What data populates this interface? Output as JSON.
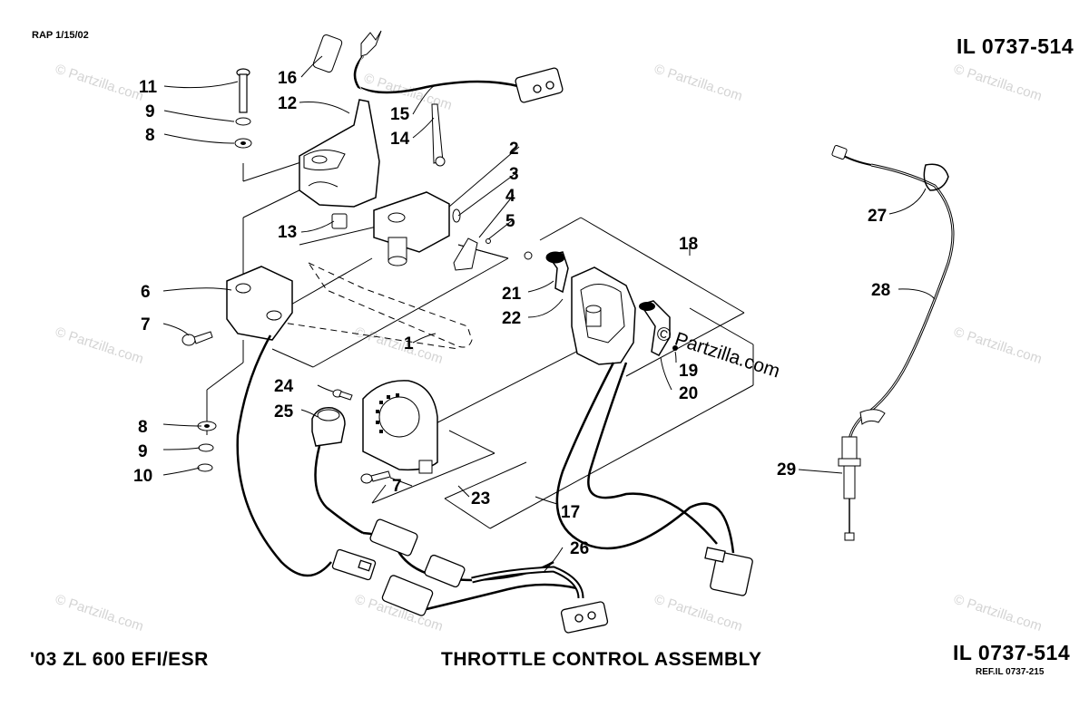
{
  "header": {
    "rev": "RAP 1/15/02",
    "illustration_id": "IL 0737-514"
  },
  "footer": {
    "model": "'03 ZL 600 EFI/ESR",
    "title": "THROTTLE CONTROL ASSEMBLY",
    "illustration_id": "IL 0737-514",
    "ref": "REF.IL 0737-215"
  },
  "watermark": "© Partzilla.com",
  "credit": "© Partzilla.com",
  "callouts": [
    "1",
    "2",
    "3",
    "4",
    "5",
    "6",
    "7",
    "7",
    "8",
    "8",
    "9",
    "9",
    "10",
    "11",
    "12",
    "13",
    "14",
    "15",
    "16",
    "17",
    "18",
    "19",
    "20",
    "21",
    "22",
    "23",
    "24",
    "25",
    "26",
    "27",
    "28",
    "29"
  ]
}
